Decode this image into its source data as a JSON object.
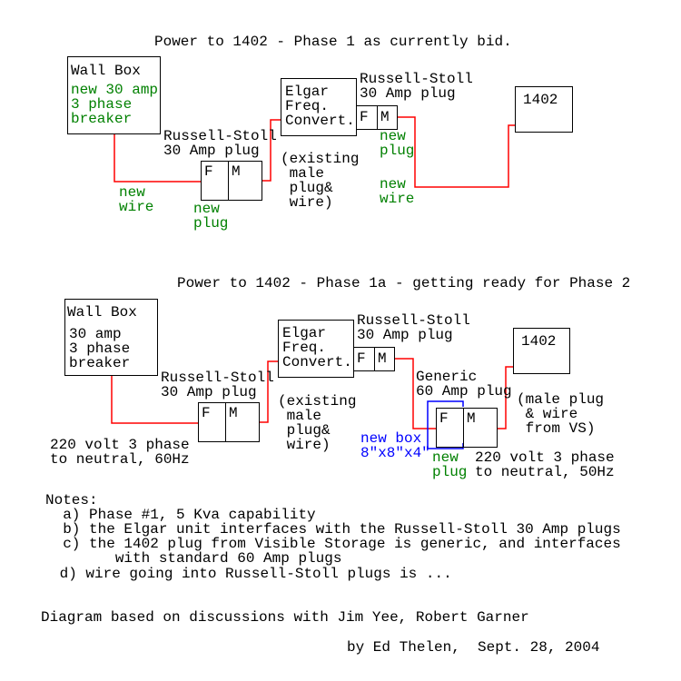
{
  "phase1": {
    "title": "Power to 1402 - Phase 1 as currently bid.",
    "wall_box": {
      "title": "Wall Box",
      "lines": [
        "new 30 amp",
        "3 phase",
        "breaker"
      ]
    },
    "rs_plug_label": [
      "Russell-Stoll",
      "30 Amp plug"
    ],
    "plug_f": "F",
    "plug_m": "M",
    "new_wire_1": [
      "new",
      "wire"
    ],
    "new_plug_1": [
      "new",
      "plug"
    ],
    "elgar": [
      "Elgar",
      "Freq.",
      "Convert."
    ],
    "existing": [
      "(existing",
      " male",
      " plug&",
      " wire)"
    ],
    "rs_plug_label_2": [
      "Russell-Stoll",
      "30 Amp plug"
    ],
    "new_plug_2": [
      "new",
      "plug"
    ],
    "new_wire_2": [
      "new",
      "wire"
    ],
    "computer": "1402"
  },
  "phase1a": {
    "title": "Power to 1402 - Phase 1a - getting ready for Phase 2",
    "wall_box": {
      "title": "Wall Box",
      "lines": [
        "30 amp",
        "3 phase",
        "breaker"
      ]
    },
    "rs_plug_label": [
      "Russell-Stoll",
      "30 Amp plug"
    ],
    "plug_f": "F",
    "plug_m": "M",
    "supply_note": [
      "220 volt 3 phase",
      "to neutral, 60Hz"
    ],
    "elgar": [
      "Elgar",
      "Freq.",
      "Convert."
    ],
    "existing": [
      "(existing",
      " male",
      " plug&",
      " wire)"
    ],
    "rs_plug_label_2": [
      "Russell-Stoll",
      "30 Amp plug"
    ],
    "generic_label": [
      "Generic",
      "60 Amp plug"
    ],
    "new_box": [
      "new box",
      "8\"x8\"x4\""
    ],
    "new_plug": [
      "new",
      "plug"
    ],
    "output_note": [
      "220 volt 3 phase",
      "to neutral, 50Hz"
    ],
    "vs_note": [
      "(male plug",
      " & wire",
      " from VS)"
    ],
    "computer": "1402"
  },
  "notes": {
    "heading": "Notes:",
    "items": [
      "  a) Phase #1, 5 Kva capability",
      "  b) the Elgar unit interfaces with the Russell-Stoll 30 Amp plugs",
      "  c) the 1402 plug from Visible Storage is generic, and interfaces",
      "        with standard 60 Amp plugs",
      " d) wire going into Russell-Stoll plugs is ..."
    ]
  },
  "credits": {
    "discussion": "Diagram based on discussions with Jim Yee, Robert Garner",
    "author": "by Ed Thelen,  Sept. 28, 2004"
  },
  "colors": {
    "wire": "#ff0000",
    "new_item": "#008000",
    "new_box": "#0000ff"
  }
}
